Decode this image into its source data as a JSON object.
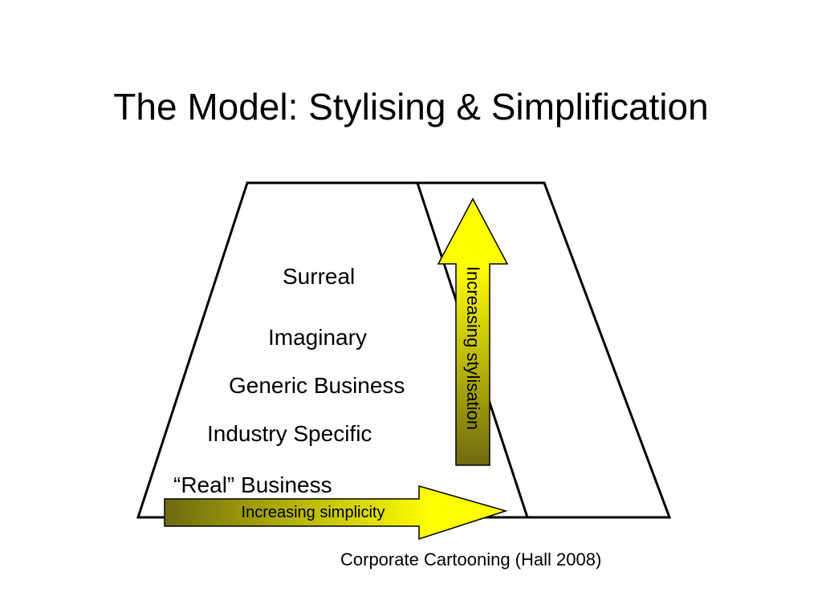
{
  "slide": {
    "title": "The Model: Stylising & Simplification",
    "source": "Corporate Cartooning  (Hall 2008)"
  },
  "diagram": {
    "levels": [
      {
        "label": "Surreal"
      },
      {
        "label": "Imaginary"
      },
      {
        "label": "Generic Business"
      },
      {
        "label": "Industry Specific"
      },
      {
        "label": "“Real” Business"
      }
    ],
    "horizontal_arrow": {
      "label": "Increasing simplicity",
      "colors": [
        "#6e6a10",
        "#ffff00"
      ]
    },
    "vertical_arrow": {
      "label": "Increasing stylisation",
      "colors": [
        "#6e6a10",
        "#ffff00"
      ]
    }
  }
}
